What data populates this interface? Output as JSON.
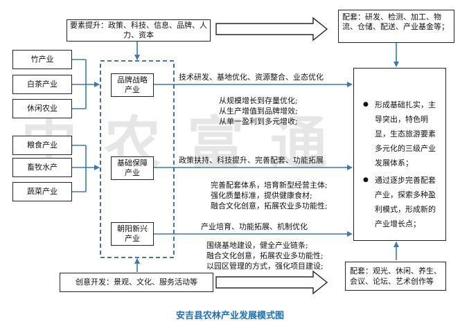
{
  "top_factor": "要素提升：政策、科技、信息、品牌、人力、资本",
  "support_top": "配套：研发、检测、加工、物流、仓储、配送、产业基金等；",
  "industries_group1": [
    "竹产业",
    "白茶产业",
    "休闲农业"
  ],
  "industries_group2": [
    "粮食产业",
    "畜牧水产",
    "蔬菜产业"
  ],
  "strategies": [
    "品牌战略产业",
    "基础保障产业",
    "朝阳新兴产业"
  ],
  "flow1": {
    "label": "技术研发、基地优化、资源整合、业态优化",
    "notes": [
      "从规模增长到存量优化;",
      "从生产增值到品牌增效;",
      "从单一盈利到多元增收;"
    ]
  },
  "flow2": {
    "label": "政策扶持、科技提升、完善配套、功能拓展",
    "notes": [
      "完善配套体系，培育新型经营主体;",
      "强化质量标准，提供健康食材;",
      "融合文化创意，拓展农业多功能性;"
    ]
  },
  "flow3": {
    "label": "产业培育、功能拓展、机制优化",
    "notes": [
      "围绕基地建设，健全产业链条;",
      "融合文化创意，拓展农业多功能性;",
      "以园区管理的方式，强化项目建设;"
    ]
  },
  "outcomes": [
    "形成基础扎实，主导突出，特色明显，生态旅游要素多元化的三级产业发展体系；",
    "通过逐步完善配套产业，探索多种盈利模式，形成新的产业增长点；"
  ],
  "bottom_creative": "创意开发：景观、文化、服务活动等",
  "support_bottom": "配套：观光、休闲、养生、会议、论坛、艺术创作等",
  "watermark": "中农富通",
  "caption": "安吉县农林产业发展模式图"
}
